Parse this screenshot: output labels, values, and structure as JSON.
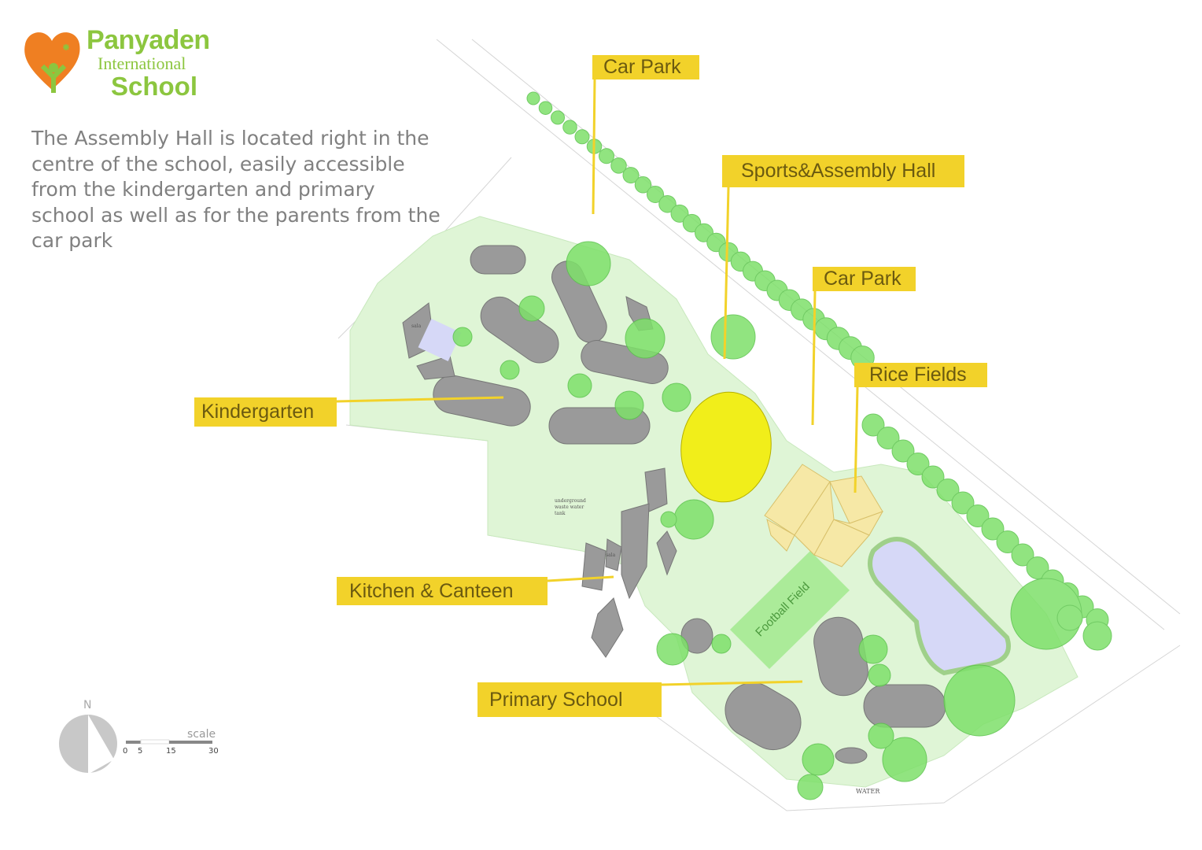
{
  "logo": {
    "line1": "Panyaden",
    "line2": "International",
    "line3": "School",
    "heart_color": "#ef7f22",
    "text_color": "#8cc63f"
  },
  "description": "The Assembly Hall is located right in the centre of the school, easily accessible from the kindergarten and primary school as well as for the parents from the car park",
  "labels": {
    "car_park_1": "Car Park",
    "sports_hall": "Sports&Assembly Hall",
    "car_park_2": "Car Park",
    "rice_fields": "Rice Fields",
    "kindergarten": "Kindergarten",
    "kitchen": "Kitchen & Canteen",
    "primary": "Primary School"
  },
  "map_text": {
    "football": "Football Field",
    "tank": "underground waste water tank",
    "sala_1": "sala",
    "sala_2": "sala",
    "water": "WATER"
  },
  "legend": {
    "north": "N",
    "scale": "scale",
    "ticks": [
      "0",
      "5",
      "15",
      "30"
    ]
  },
  "colors": {
    "label_bg": "#f2d22a",
    "site": "#dff5d6",
    "tree": "#7ee06a",
    "hall": "#f1ee1a",
    "pond": "#d6d8f7",
    "building": "#8f8f8f"
  }
}
